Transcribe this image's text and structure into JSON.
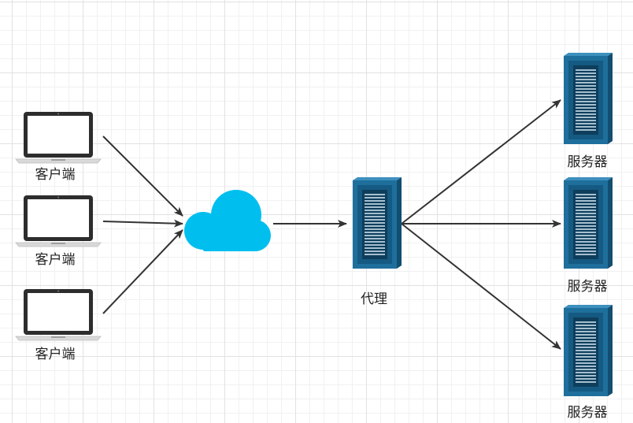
{
  "nodes": {
    "client_1_label": "客户端",
    "client_2_label": "客户端",
    "client_3_label": "客户端",
    "proxy_label": "代理",
    "server_1_label": "服务器",
    "server_2_label": "服务器",
    "server_3_label": "服务器"
  },
  "colors": {
    "server_body": "#1e6f9c",
    "server_side": "#124e70",
    "server_top": "#3d8fbd",
    "cloud": "#00bfef",
    "arrow": "#333333",
    "laptop_frame": "#2d2d2d",
    "grid": "#e2e2e2"
  },
  "icons": {
    "client": "laptop-icon",
    "network": "cloud-icon",
    "proxy": "server-icon",
    "server": "server-icon"
  }
}
